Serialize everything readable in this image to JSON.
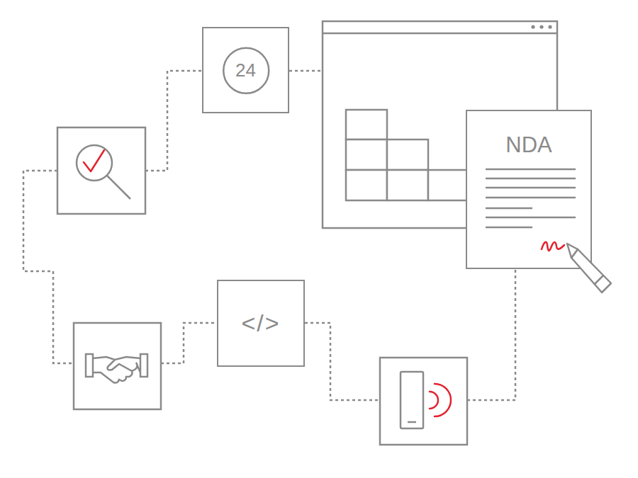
{
  "diagram": {
    "nodes": [
      {
        "text": [
          "24"
        ]
      },
      {
        "text": [
          "NDA"
        ]
      },
      {
        "text": [
          "</>"
        ]
      }
    ]
  }
}
